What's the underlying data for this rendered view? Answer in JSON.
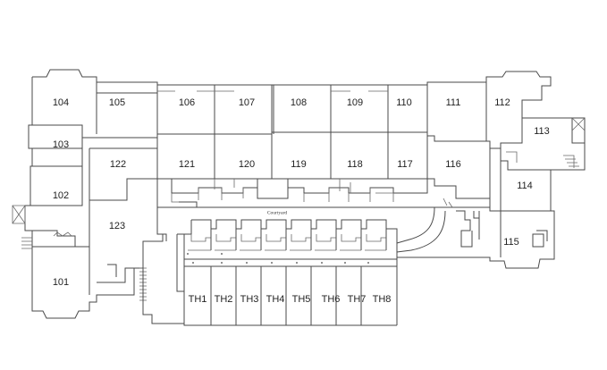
{
  "plan": {
    "courtyard_label": "Courtyard",
    "units": {
      "u101": "101",
      "u102": "102",
      "u103": "103",
      "u104": "104",
      "u105": "105",
      "u106": "106",
      "u107": "107",
      "u108": "108",
      "u109": "109",
      "u110": "110",
      "u111": "111",
      "u112": "112",
      "u113": "113",
      "u114": "114",
      "u115": "115",
      "u116": "116",
      "u117": "117",
      "u118": "118",
      "u119": "119",
      "u120": "120",
      "u121": "121",
      "u122": "122",
      "u123": "123"
    },
    "townhouses": {
      "th1": "TH1",
      "th2": "TH2",
      "th3": "TH3",
      "th4": "TH4",
      "th5": "TH5",
      "th6": "TH6",
      "th7": "TH7",
      "th8": "TH8"
    }
  }
}
